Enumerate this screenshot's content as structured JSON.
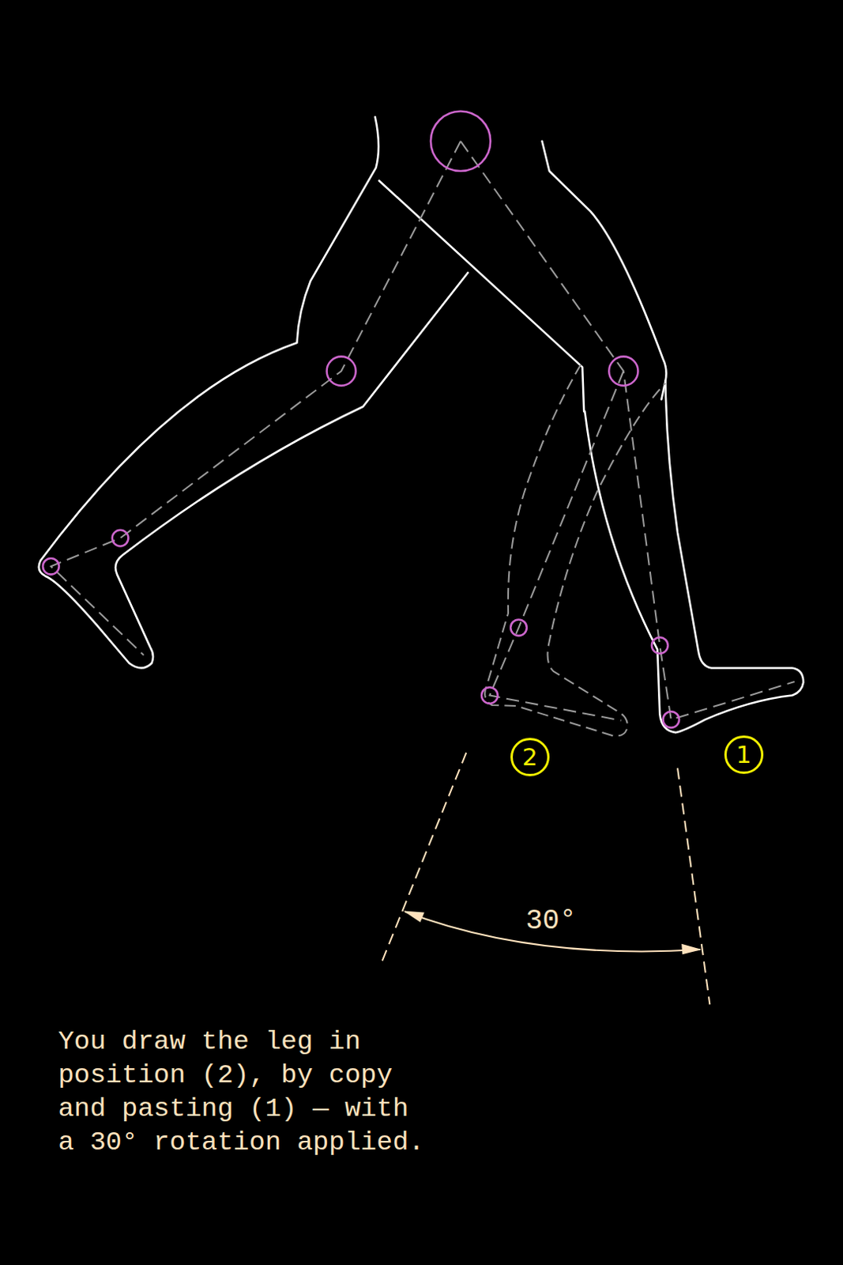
{
  "diagram": {
    "caption": "You draw the leg in position (2), by copy and pasting (1) — with a 30° rotation applied.",
    "nodes": [
      {
        "text": [
          "2"
        ]
      },
      {
        "text": [
          "1"
        ]
      }
    ],
    "labels": [
      "30°"
    ]
  }
}
